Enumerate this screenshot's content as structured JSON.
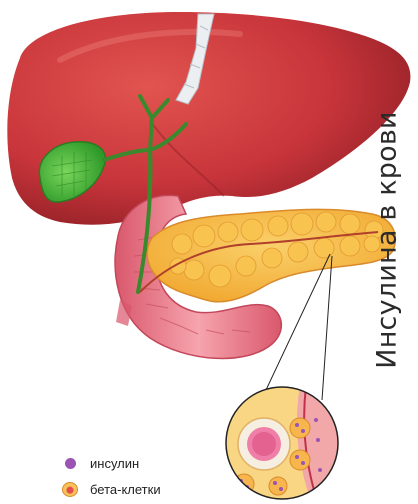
{
  "title": "Инсулина в крови",
  "legend": [
    {
      "label": "инсулин",
      "icon": "insulin-dot-icon",
      "color": "#9b54b4"
    },
    {
      "label": "бета-клетки",
      "icon": "beta-cell-icon",
      "color": "#f7c25a"
    }
  ],
  "colors": {
    "liver": "#c8353b",
    "gallbladder": "#47b83a",
    "duct": "#3a8a2d",
    "pancreas": "#f6b33d",
    "duodenum": "#ef8a98",
    "ligament": "#e9ecef"
  }
}
